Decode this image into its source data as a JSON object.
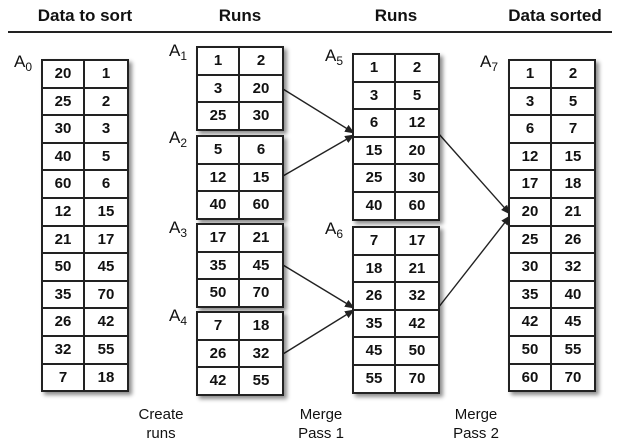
{
  "headers": [
    "Data to sort",
    "Runs",
    "Runs",
    "Data sorted"
  ],
  "arrays": {
    "A0": {
      "name": "A",
      "sub": "0",
      "rows": [
        [
          "20",
          "1"
        ],
        [
          "25",
          "2"
        ],
        [
          "30",
          "3"
        ],
        [
          "40",
          "5"
        ],
        [
          "60",
          "6"
        ],
        [
          "12",
          "15"
        ],
        [
          "21",
          "17"
        ],
        [
          "50",
          "45"
        ],
        [
          "35",
          "70"
        ],
        [
          "26",
          "42"
        ],
        [
          "32",
          "55"
        ],
        [
          "7",
          "18"
        ]
      ]
    },
    "A1": {
      "name": "A",
      "sub": "1",
      "rows": [
        [
          "1",
          "2"
        ],
        [
          "3",
          "20"
        ],
        [
          "25",
          "30"
        ]
      ]
    },
    "A2": {
      "name": "A",
      "sub": "2",
      "rows": [
        [
          "5",
          "6"
        ],
        [
          "12",
          "15"
        ],
        [
          "40",
          "60"
        ]
      ]
    },
    "A3": {
      "name": "A",
      "sub": "3",
      "rows": [
        [
          "17",
          "21"
        ],
        [
          "35",
          "45"
        ],
        [
          "50",
          "70"
        ]
      ]
    },
    "A4": {
      "name": "A",
      "sub": "4",
      "rows": [
        [
          "7",
          "18"
        ],
        [
          "26",
          "32"
        ],
        [
          "42",
          "55"
        ]
      ]
    },
    "A5": {
      "name": "A",
      "sub": "5",
      "rows": [
        [
          "1",
          "2"
        ],
        [
          "3",
          "5"
        ],
        [
          "6",
          "12"
        ],
        [
          "15",
          "20"
        ],
        [
          "25",
          "30"
        ],
        [
          "40",
          "60"
        ]
      ]
    },
    "A6": {
      "name": "A",
      "sub": "6",
      "rows": [
        [
          "7",
          "17"
        ],
        [
          "18",
          "21"
        ],
        [
          "26",
          "32"
        ],
        [
          "35",
          "42"
        ],
        [
          "45",
          "50"
        ],
        [
          "55",
          "70"
        ]
      ]
    },
    "A7": {
      "name": "A",
      "sub": "7",
      "rows": [
        [
          "1",
          "2"
        ],
        [
          "3",
          "5"
        ],
        [
          "6",
          "7"
        ],
        [
          "12",
          "15"
        ],
        [
          "17",
          "18"
        ],
        [
          "20",
          "21"
        ],
        [
          "25",
          "26"
        ],
        [
          "30",
          "32"
        ],
        [
          "35",
          "40"
        ],
        [
          "42",
          "45"
        ],
        [
          "50",
          "55"
        ],
        [
          "60",
          "70"
        ]
      ]
    }
  },
  "steps": [
    "Create\nruns",
    "Merge\nPass 1",
    "Merge\nPass 2"
  ],
  "colors": {
    "line": "#222222",
    "text": "#111111",
    "background": "#ffffff"
  }
}
